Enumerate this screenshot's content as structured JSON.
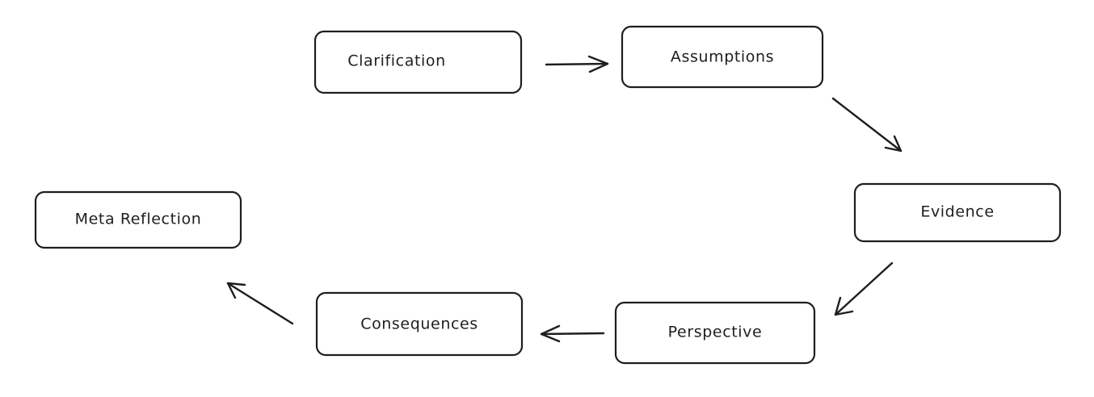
{
  "diagram": {
    "nodes": {
      "clarification": "Clarification",
      "assumptions": "Assumptions",
      "evidence": "Evidence",
      "perspective": "Perspective",
      "consequences": "Consequences",
      "meta_reflection": "Meta Reflection"
    },
    "edges": [
      {
        "from": "Clarification",
        "to": "Assumptions"
      },
      {
        "from": "Assumptions",
        "to": "Evidence"
      },
      {
        "from": "Evidence",
        "to": "Perspective"
      },
      {
        "from": "Perspective",
        "to": "Consequences"
      },
      {
        "from": "Consequences",
        "to": "Meta Reflection"
      }
    ]
  }
}
